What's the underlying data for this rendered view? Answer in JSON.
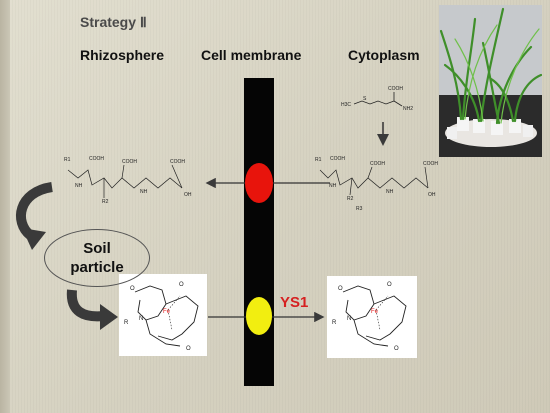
{
  "slide": {
    "title": "Strategy Ⅱ",
    "columns": {
      "rhizosphere": "Rhizosphere",
      "membrane": "Cell membrane",
      "cytoplasm": "Cytoplasm"
    },
    "soil_label_line1": "Soil",
    "soil_label_line2": "particle",
    "transporter_label": "YS1"
  },
  "molecules": {
    "met_h3c": "H3C",
    "met_s": "S",
    "cooh": "COOH",
    "nh2": "NH2",
    "oh": "OH",
    "nh": "NH",
    "r1": "R1",
    "r2": "R2",
    "r3": "R3",
    "fe": "Fe",
    "n": "N",
    "o": "O",
    "r": "R"
  },
  "colors": {
    "membrane": "#050505",
    "channel_upper": "#e8140c",
    "channel_lower": "#f2ee10",
    "arrow": "#3a3a3a",
    "ys1": "#d62020"
  }
}
